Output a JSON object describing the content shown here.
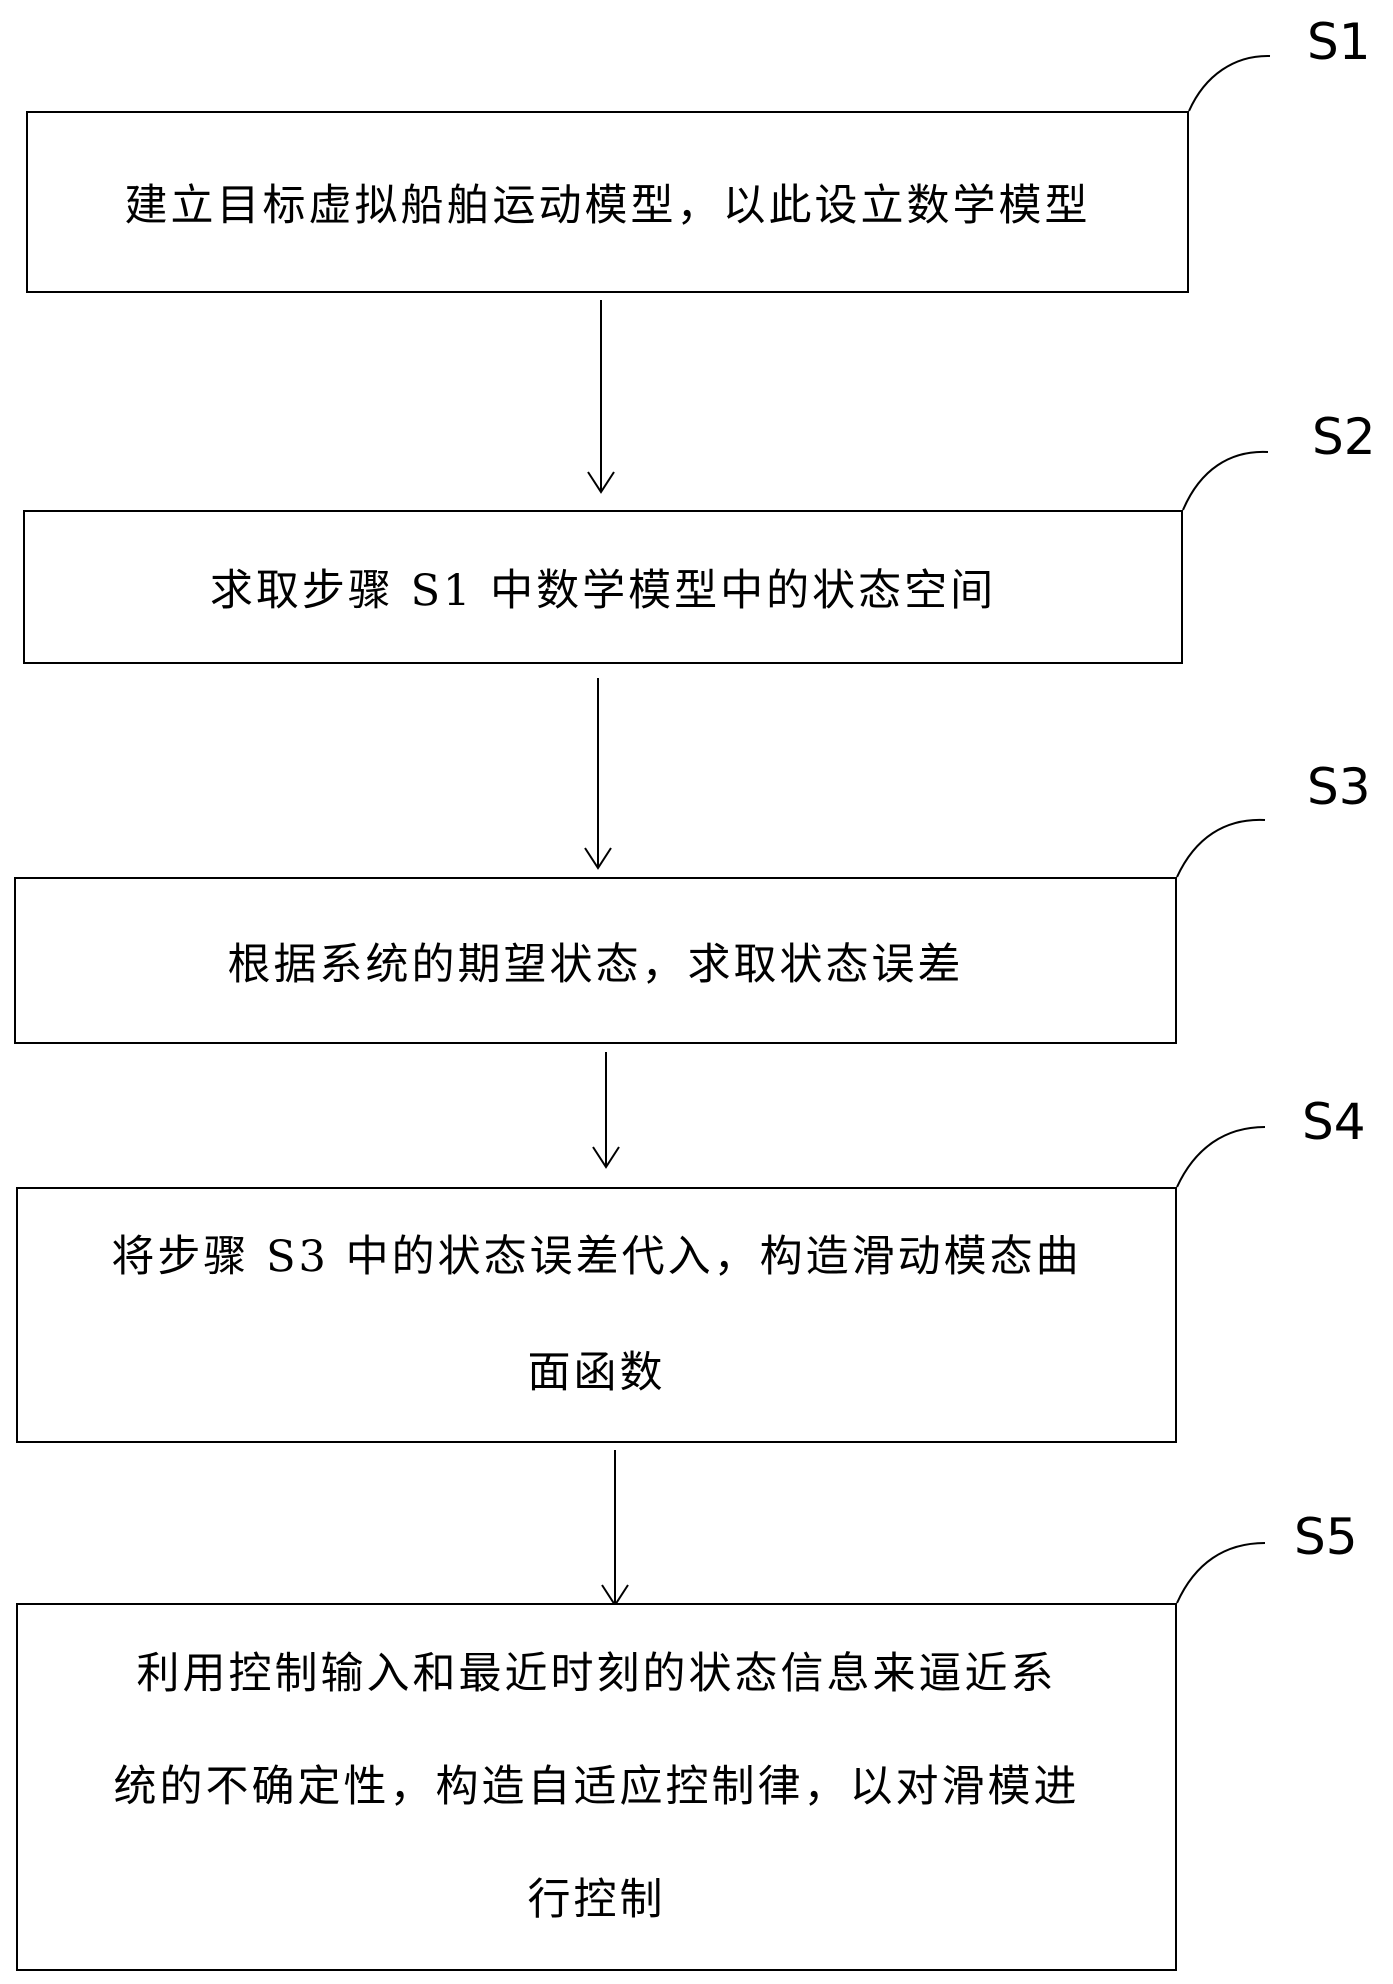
{
  "steps": [
    {
      "label": "S1",
      "lines": [
        "建立目标虚拟船舶运动模型，以此设立数学模型"
      ]
    },
    {
      "label": "S2",
      "lines": [
        "求取步骤 S1 中数学模型中的状态空间"
      ]
    },
    {
      "label": "S3",
      "lines": [
        "根据系统的期望状态，求取状态误差"
      ]
    },
    {
      "label": "S4",
      "lines": [
        "将步骤 S3 中的状态误差代入，构造滑动模态曲",
        "面函数"
      ]
    },
    {
      "label": "S5",
      "lines": [
        "利用控制输入和最近时刻的状态信息来逼近系",
        "统的不确定性，构造自适应控制律，以对滑模进",
        "行控制"
      ]
    }
  ]
}
